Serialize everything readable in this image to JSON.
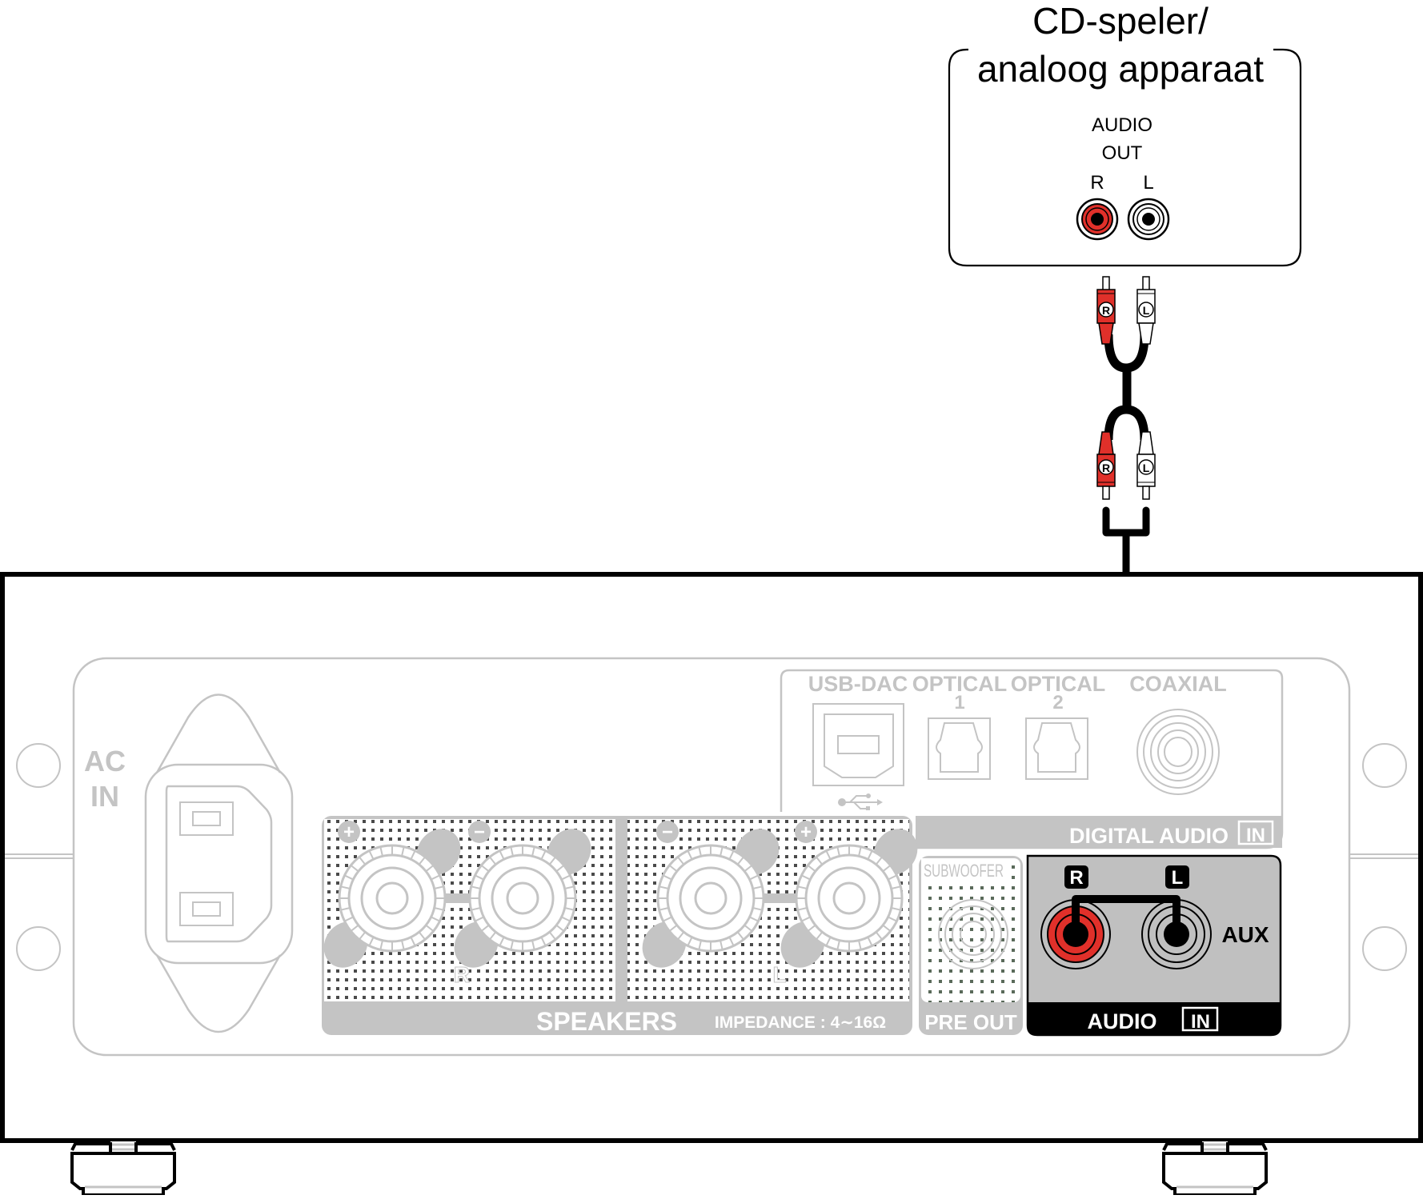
{
  "source_device": {
    "title_line1": "CD-speler/",
    "title_line2": "analoog apparaat",
    "output_label_line1": "AUDIO",
    "output_label_line2": "OUT",
    "channel_r": "R",
    "channel_l": "L"
  },
  "cable": {
    "plug_r_label": "R",
    "plug_l_label": "L",
    "plug_r_color": "#e0302a",
    "plug_l_color": "#ffffff"
  },
  "amplifier": {
    "ac_in_line1": "AC",
    "ac_in_line2": "IN",
    "digital": {
      "usb_label": "USB-DAC",
      "optical1_label": "OPTICAL",
      "optical1_num": "1",
      "optical2_label": "OPTICAL",
      "optical2_num": "2",
      "coaxial_label": "COAXIAL",
      "section_label": "DIGITAL AUDIO",
      "in_badge": "IN"
    },
    "speakers": {
      "plus": "+",
      "minus": "−",
      "r_label": "R",
      "l_label": "L",
      "section_label": "SPEAKERS",
      "impedance_label": "IMPEDANCE : 4∼16Ω"
    },
    "pre_out": {
      "subwoofer_label": "SUBWOOFER",
      "section_label": "PRE OUT"
    },
    "audio_in": {
      "r_badge": "R",
      "l_badge": "L",
      "aux_label": "AUX",
      "section_label": "AUDIO",
      "in_badge": "IN"
    }
  },
  "colors": {
    "red_jack": "#e0302a",
    "faint_gray": "#c4c4c4",
    "highlight_panel": "#c0c0c0",
    "outline": "#000000"
  }
}
